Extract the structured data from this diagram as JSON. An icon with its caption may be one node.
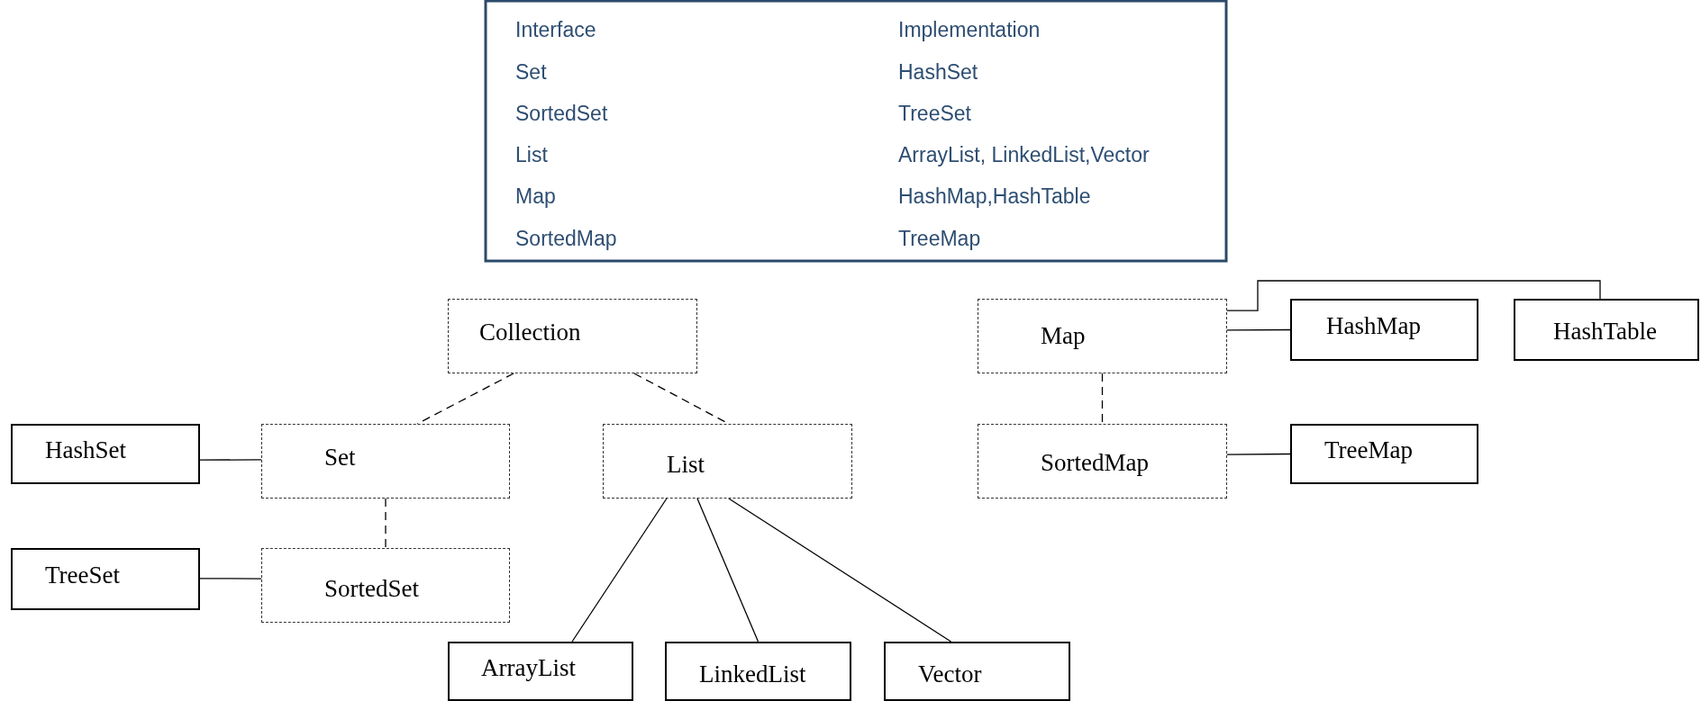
{
  "diagram": {
    "nodes": [
      {
        "text": [
          "Collection"
        ]
      },
      {
        "text": [
          "Set"
        ]
      },
      {
        "text": [
          "List"
        ]
      },
      {
        "text": [
          "SortedSet"
        ]
      },
      {
        "text": [
          "HashSet"
        ]
      },
      {
        "text": [
          "TreeSet"
        ]
      },
      {
        "text": [
          "ArrayList"
        ]
      },
      {
        "text": [
          "LinkedList"
        ]
      },
      {
        "text": [
          "Vector"
        ]
      },
      {
        "text": [
          "Map"
        ]
      },
      {
        "text": [
          "SortedMap"
        ]
      },
      {
        "text": [
          "HashMap"
        ]
      },
      {
        "text": [
          "HashTable"
        ]
      },
      {
        "text": [
          "TreeMap"
        ]
      }
    ],
    "edges": [
      {
        "from": 0,
        "to": 1,
        "arrow": "none",
        "style": "dashed"
      },
      {
        "from": 0,
        "to": 2,
        "arrow": "none",
        "style": "dashed"
      },
      {
        "from": 1,
        "to": 3,
        "arrow": "none",
        "style": "dashed"
      },
      {
        "from": 1,
        "to": 4,
        "arrow": "none"
      },
      {
        "from": 3,
        "to": 5,
        "arrow": "none"
      },
      {
        "from": 2,
        "to": 6,
        "arrow": "none"
      },
      {
        "from": 2,
        "to": 7,
        "arrow": "none"
      },
      {
        "from": 2,
        "to": 8,
        "arrow": "none"
      },
      {
        "from": 9,
        "to": 10,
        "arrow": "none",
        "style": "dashed"
      },
      {
        "from": 9,
        "to": 11,
        "arrow": "none"
      },
      {
        "from": 9,
        "to": 12,
        "arrow": "none"
      },
      {
        "from": 10,
        "to": 13,
        "arrow": "none"
      }
    ],
    "labels": [
      "Interface",
      "Implementation",
      "Set",
      "HashSet",
      "SortedSet",
      "TreeSet",
      "List",
      "ArrayList, LinkedList,Vector",
      "Map",
      "HashMap,HashTable",
      "SortedMap",
      "TreeMap"
    ]
  }
}
